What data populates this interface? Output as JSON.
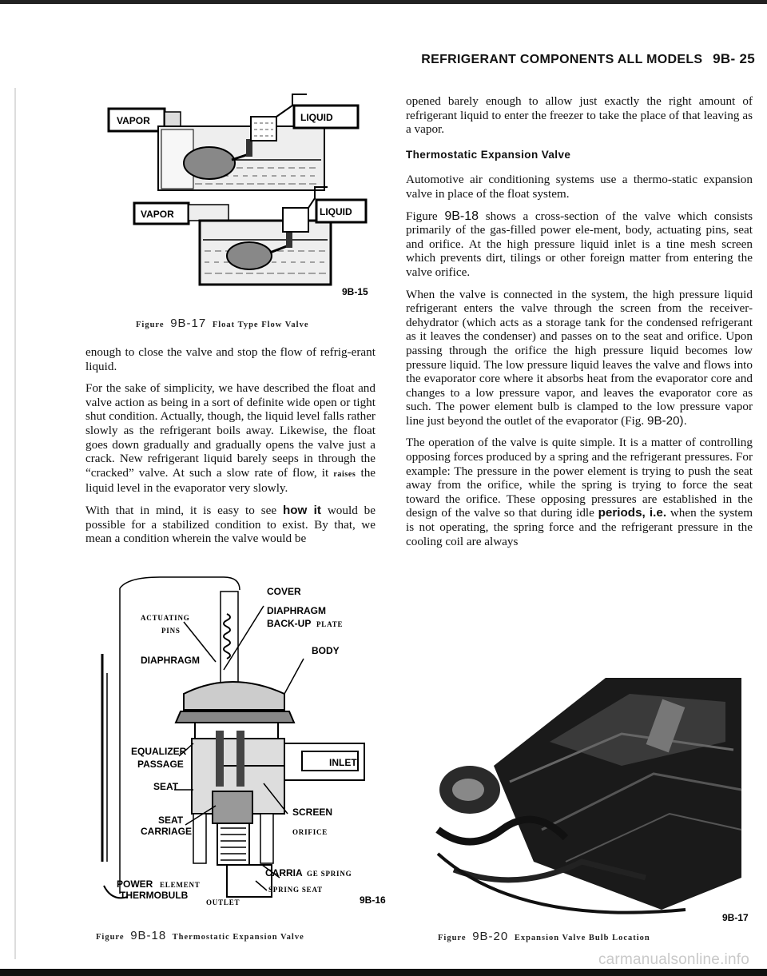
{
  "header": {
    "title": "REFRIGERANT COMPONENTS ALL MODELS",
    "page_number": "9B- 25"
  },
  "figure_float": {
    "label_vapor_1": "VAPOR",
    "label_liquid_1": "LIQUID",
    "label_vapor_2": "VAPOR",
    "label_liquid_2": "LIQUID",
    "ref": "9B-15",
    "caption_prefix": "Figure",
    "caption_number": "9B-17",
    "caption_text": "Float Type Flow Valve"
  },
  "left_text": {
    "p1": "enough to close the valve and stop the flow of refrig-erant liquid.",
    "p2_a": "For the sake of simplicity, we have described the float and valve action as being in a sort of definite wide open or tight shut condition. Actually, though, the liquid level falls rather slowly as the refrigerant boils away. Likewise, the float goes down gradually and gradually opens the valve just a crack. New refrigerant liquid barely seeps in through the “cracked” valve. At such a slow rate of flow, it",
    "p2_raises": "raises",
    "p2_b": "the liquid level in the evaporator very slowly.",
    "p3_a": "With that in mind, it is easy to see",
    "p3_bold": "how it",
    "p3_b": "would be possible for a stabilized condition to exist. By that, we mean a condition wherein the valve would be"
  },
  "figure_valve": {
    "labels": {
      "cover": "COVER",
      "diaphragm_back_up": "DIAPHRAGM",
      "plate_a": "BACK-UP",
      "plate_b": "PLATE",
      "actuating": "ACTUATING",
      "pins": "PINS",
      "diaphragm": "DIAPHRAGM",
      "body": "BODY",
      "equalizer": "EQUALIZER",
      "passage": "PASSAGE",
      "inlet": "INLET",
      "seat": "SEAT",
      "screen": "SCREEN",
      "seat_carriage_1": "SEAT",
      "seat_carriage_2": "CARRIAGE",
      "orifice": "ORIFICE",
      "carriage_spring_a": "CARRIA",
      "carriage_spring_b": "GE SPRING",
      "power_element_a": "POWER",
      "power_element_b": "ELEMENT",
      "thermobulb": "THERMOBULB",
      "spring_seat": "SPRING SEAT",
      "outlet": "OUTLET"
    },
    "ref": "9B-16",
    "caption_prefix": "Figure",
    "caption_number": "9B-18",
    "caption_text": "Thermostatic Expansion Valve"
  },
  "right_text": {
    "p1": "opened barely enough to allow just exactly the right amount of refrigerant liquid to enter the freezer to take the place of that leaving as a vapor.",
    "heading": "Thermostatic Expansion Valve",
    "p2": "Automotive air conditioning systems use a thermo-static expansion valve in place of the float system.",
    "p3_a": "Figure",
    "p3_ref": "9B-18",
    "p3_b": "shows a cross-section of the valve which consists primarily of the gas-filled power ele-ment, body, actuating pins, seat and orifice. At the high pressure liquid inlet is a tine mesh screen which prevents dirt, tilings or other foreign matter from entering the valve orifice.",
    "p4_a": "When the valve is connected in the system, the high pressure liquid refrigerant enters the valve through the screen from the receiver-dehydrator (which acts as a storage tank for the condensed refrigerant as it leaves the condenser) and passes on to the seat and orifice. Upon passing through the orifice the high pressure liquid becomes low pressure liquid. The low pressure liquid leaves the valve and flows into the evaporator core where it absorbs heat from the evaporator core and changes to a low pressure vapor, and leaves the evaporator core as such. The power element bulb is clamped to the low pressure vapor line just beyond the outlet of the evaporator (Fig.",
    "p4_ref": "9B-20).",
    "p5_a": "The operation of the valve is quite simple. It is a matter of controlling opposing forces produced by a spring and the refrigerant pressures. For example: The pressure in the power element is trying to push the seat away from the orifice, while the spring is trying to force the seat toward the orifice. These opposing pressures are established in the design of the valve so that during idle",
    "p5_bold": "periods, i.e.",
    "p5_b": "when the system is not operating, the spring force and the refrigerant pressure in the cooling coil are always"
  },
  "figure_photo": {
    "ref": "9B-17",
    "caption_prefix": "Figure",
    "caption_number": "9B-20",
    "caption_text": "Expansion Valve Bulb Location"
  },
  "watermark": "carmanualsonline.info"
}
